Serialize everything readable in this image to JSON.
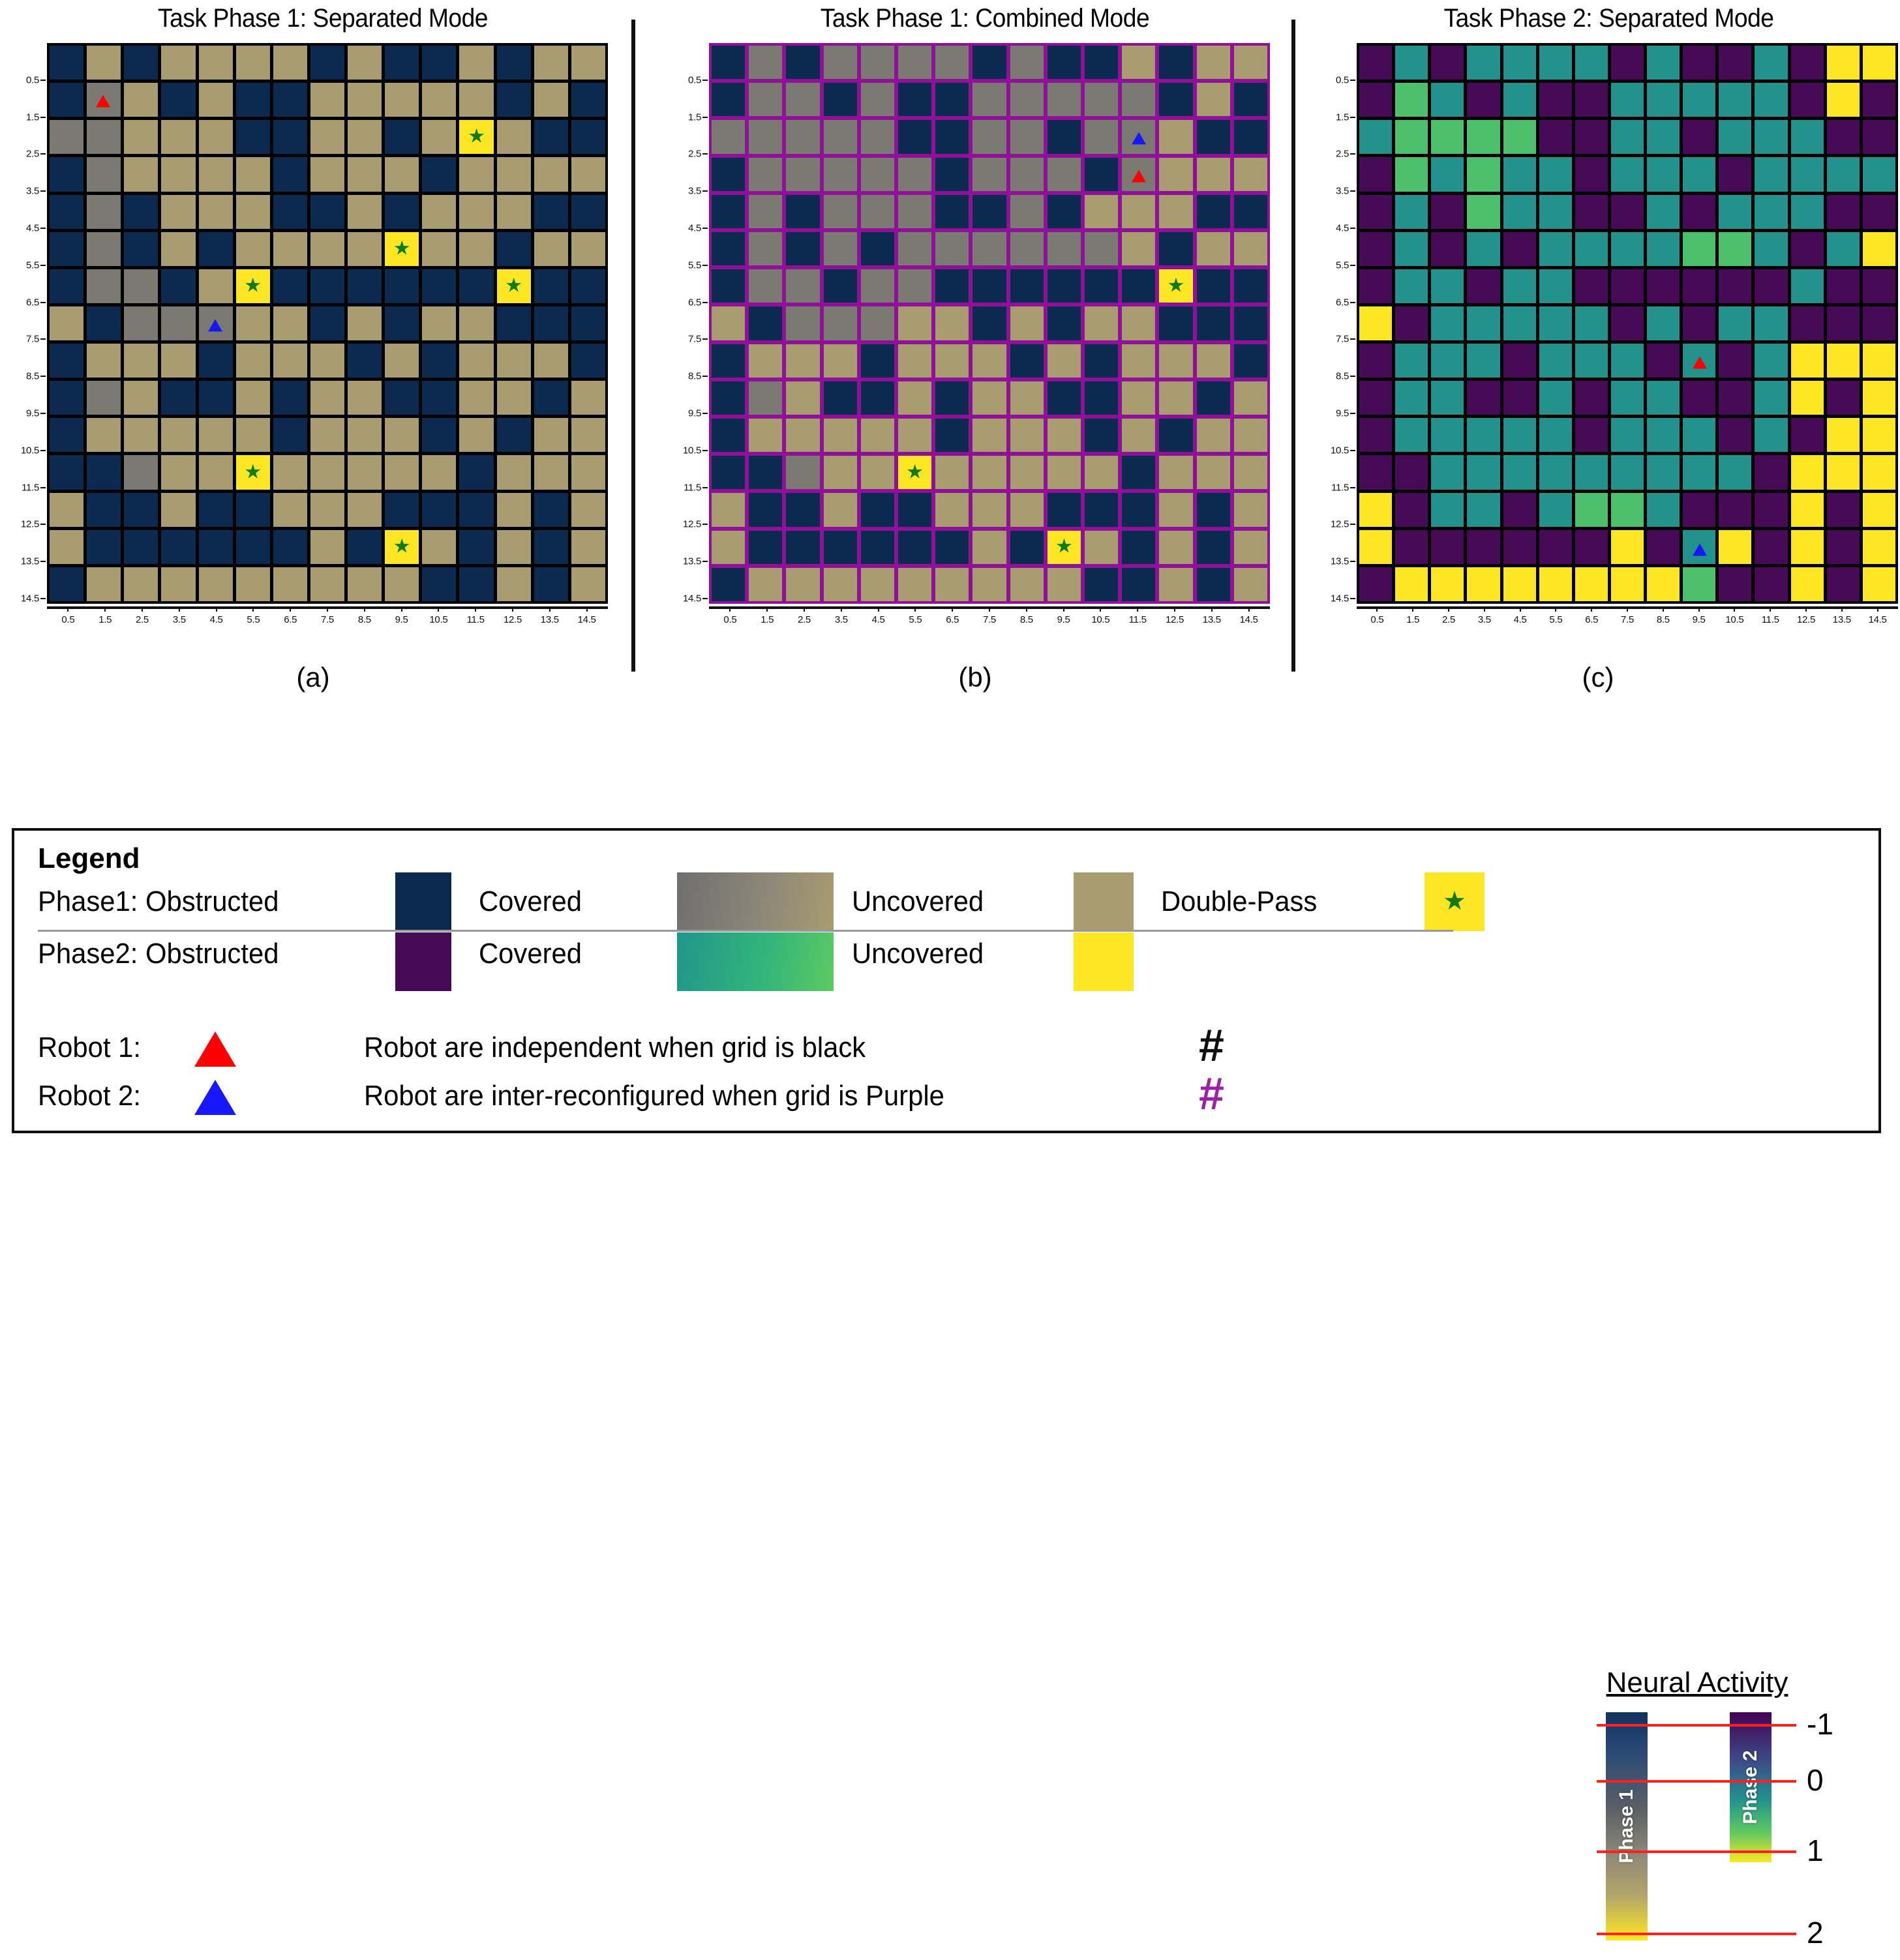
{
  "panels": [
    {
      "title": "Task Phase 1: Separated Mode",
      "sublabel": "(a)",
      "grid_style": "black",
      "mode": "separated",
      "phase": 1
    },
    {
      "title": "Task Phase 1: Combined Mode",
      "sublabel": "(b)",
      "grid_style": "purple",
      "mode": "combined",
      "phase": 1
    },
    {
      "title": "Task Phase 2: Separated Mode",
      "sublabel": "(c)",
      "grid_style": "black",
      "mode": "separated",
      "phase": 2
    }
  ],
  "axes": {
    "ticks": [
      "0.5",
      "1.5",
      "2.5",
      "3.5",
      "4.5",
      "5.5",
      "6.5",
      "7.5",
      "8.5",
      "9.5",
      "10.5",
      "11.5",
      "12.5",
      "13.5",
      "14.5"
    ],
    "x_range": [
      0,
      15
    ],
    "y_range": [
      0,
      15
    ],
    "grid_size": 15
  },
  "colors": {
    "phase1_obstructed": "#0c2a50",
    "phase1_covered_start": "#6f6f6f",
    "phase1_covered_end": "#a89c70",
    "phase1_uncovered": "#a89c70",
    "phase2_obstructed": "#460b54",
    "phase2_covered_start": "#1f968b",
    "phase2_covered_end": "#5ec962",
    "phase2_uncovered": "#fde725",
    "double_pass_cell": "#fde725",
    "double_pass_star": "#117a11",
    "robot1": "#ff0000",
    "robot2": "#1818ff",
    "grid_black": "#000000",
    "grid_purple": "#8e1197",
    "neural_line": "#ff2020"
  },
  "legend": {
    "title": "Legend",
    "phase1_label": "Phase1:  Obstructed",
    "phase1_covered": "Covered",
    "phase1_uncovered": "Uncovered",
    "double_pass": "Double-Pass",
    "phase2_label": "Phase2:  Obstructed",
    "phase2_covered": "Covered",
    "phase2_uncovered": "Uncovered",
    "robot1_label": "Robot 1:",
    "robot2_label": "Robot 2:",
    "independent_text": "Robot are independent when grid is black",
    "reconfigured_text": "Robot are inter-reconfigured when grid is Purple",
    "star_glyph": "★",
    "hash_glyph": "#"
  },
  "neural": {
    "title": "Neural Activity",
    "bar1_label": "Phase 1",
    "bar2_label": "Phase 2",
    "tick_labels": [
      "-1",
      "0",
      "1",
      "2"
    ]
  },
  "chart_data": {
    "type": "heatmap",
    "title": "Task Phase grid coverage maps",
    "grid_size": [
      15,
      15
    ],
    "xlabel": "",
    "ylabel": "",
    "xticks": [
      "0.5",
      "1.5",
      "2.5",
      "3.5",
      "4.5",
      "5.5",
      "6.5",
      "7.5",
      "8.5",
      "9.5",
      "10.5",
      "11.5",
      "12.5",
      "13.5",
      "14.5"
    ],
    "yticks": [
      "0.5",
      "1.5",
      "2.5",
      "3.5",
      "4.5",
      "5.5",
      "6.5",
      "7.5",
      "8.5",
      "9.5",
      "10.5",
      "11.5",
      "12.5",
      "13.5",
      "14.5"
    ],
    "legend_position": "bottom",
    "grid": true,
    "value_codes": {
      "O": "obstructed",
      "C": "covered (mid)",
      "c": "covered (light)",
      "U": "uncovered",
      "D": "double-pass"
    },
    "panels": [
      {
        "name": "Task Phase 1: Separated Mode",
        "sublabel": "(a)",
        "palette": "phase1",
        "gridline_color": "#000000",
        "rows": [
          [
            "O",
            "U",
            "O",
            "U",
            "U",
            "U",
            "U",
            "O",
            "U",
            "O",
            "O",
            "U",
            "O",
            "U",
            "U"
          ],
          [
            "O",
            "C",
            "U",
            "O",
            "U",
            "O",
            "O",
            "U",
            "U",
            "U",
            "U",
            "U",
            "O",
            "U",
            "O"
          ],
          [
            "C",
            "C",
            "U",
            "U",
            "U",
            "O",
            "O",
            "U",
            "U",
            "O",
            "U",
            "D",
            "U",
            "O",
            "O"
          ],
          [
            "O",
            "C",
            "U",
            "U",
            "U",
            "U",
            "O",
            "U",
            "U",
            "U",
            "O",
            "U",
            "U",
            "U",
            "U"
          ],
          [
            "O",
            "C",
            "O",
            "U",
            "U",
            "U",
            "O",
            "O",
            "U",
            "O",
            "U",
            "U",
            "U",
            "O",
            "O"
          ],
          [
            "O",
            "C",
            "O",
            "U",
            "O",
            "U",
            "U",
            "U",
            "U",
            "D",
            "U",
            "U",
            "O",
            "U",
            "U"
          ],
          [
            "O",
            "C",
            "C",
            "O",
            "U",
            "D",
            "O",
            "O",
            "O",
            "O",
            "O",
            "O",
            "D",
            "O",
            "O"
          ],
          [
            "U",
            "O",
            "C",
            "C",
            "C",
            "U",
            "U",
            "O",
            "U",
            "O",
            "U",
            "U",
            "O",
            "O",
            "O"
          ],
          [
            "O",
            "U",
            "U",
            "U",
            "O",
            "U",
            "U",
            "U",
            "O",
            "U",
            "O",
            "U",
            "U",
            "U",
            "O"
          ],
          [
            "O",
            "C",
            "U",
            "O",
            "O",
            "U",
            "O",
            "U",
            "U",
            "O",
            "O",
            "U",
            "U",
            "O",
            "U"
          ],
          [
            "O",
            "U",
            "U",
            "U",
            "U",
            "U",
            "O",
            "U",
            "U",
            "U",
            "O",
            "U",
            "O",
            "U",
            "U"
          ],
          [
            "O",
            "O",
            "C",
            "U",
            "U",
            "D",
            "U",
            "U",
            "U",
            "U",
            "U",
            "O",
            "U",
            "U",
            "U"
          ],
          [
            "U",
            "O",
            "O",
            "U",
            "O",
            "O",
            "U",
            "U",
            "U",
            "O",
            "O",
            "O",
            "U",
            "O",
            "U"
          ],
          [
            "U",
            "O",
            "O",
            "O",
            "O",
            "O",
            "O",
            "U",
            "O",
            "D",
            "U",
            "O",
            "U",
            "O",
            "U"
          ],
          [
            "O",
            "U",
            "U",
            "U",
            "U",
            "U",
            "U",
            "U",
            "U",
            "U",
            "O",
            "O",
            "U",
            "O",
            "U"
          ]
        ],
        "robots": [
          {
            "id": "Robot 1",
            "color": "#ff0000",
            "x": 1,
            "y": 1
          },
          {
            "id": "Robot 2",
            "color": "#1818ff",
            "x": 4,
            "y": 7
          }
        ],
        "double_pass_cells": [
          [
            11,
            2
          ],
          [
            9,
            5
          ],
          [
            5,
            6
          ],
          [
            12,
            6
          ],
          [
            5,
            11
          ],
          [
            9,
            13
          ]
        ]
      },
      {
        "name": "Task Phase 1: Combined Mode",
        "sublabel": "(b)",
        "palette": "phase1",
        "gridline_color": "#8e1197",
        "rows": [
          [
            "O",
            "C",
            "O",
            "C",
            "C",
            "C",
            "C",
            "O",
            "C",
            "O",
            "O",
            "U",
            "O",
            "U",
            "U"
          ],
          [
            "O",
            "C",
            "C",
            "O",
            "C",
            "O",
            "O",
            "C",
            "C",
            "C",
            "C",
            "C",
            "O",
            "U",
            "O"
          ],
          [
            "C",
            "C",
            "C",
            "C",
            "C",
            "O",
            "O",
            "C",
            "C",
            "O",
            "C",
            "C",
            "U",
            "O",
            "O"
          ],
          [
            "O",
            "C",
            "C",
            "C",
            "C",
            "C",
            "O",
            "C",
            "C",
            "C",
            "O",
            "C",
            "U",
            "U",
            "U"
          ],
          [
            "O",
            "C",
            "O",
            "C",
            "C",
            "C",
            "O",
            "O",
            "C",
            "O",
            "U",
            "U",
            "U",
            "O",
            "O"
          ],
          [
            "O",
            "C",
            "O",
            "C",
            "O",
            "C",
            "C",
            "C",
            "C",
            "C",
            "C",
            "U",
            "O",
            "U",
            "U"
          ],
          [
            "O",
            "C",
            "C",
            "O",
            "C",
            "C",
            "O",
            "O",
            "O",
            "O",
            "O",
            "O",
            "D",
            "O",
            "O"
          ],
          [
            "U",
            "O",
            "C",
            "C",
            "C",
            "U",
            "U",
            "O",
            "U",
            "O",
            "U",
            "U",
            "O",
            "O",
            "O"
          ],
          [
            "O",
            "U",
            "U",
            "U",
            "O",
            "U",
            "U",
            "U",
            "O",
            "U",
            "O",
            "U",
            "U",
            "U",
            "O"
          ],
          [
            "O",
            "C",
            "U",
            "O",
            "O",
            "U",
            "O",
            "U",
            "U",
            "O",
            "O",
            "U",
            "U",
            "O",
            "U"
          ],
          [
            "O",
            "U",
            "U",
            "U",
            "U",
            "U",
            "O",
            "U",
            "U",
            "U",
            "O",
            "U",
            "O",
            "U",
            "U"
          ],
          [
            "O",
            "O",
            "C",
            "U",
            "U",
            "D",
            "U",
            "U",
            "U",
            "U",
            "U",
            "O",
            "U",
            "U",
            "U"
          ],
          [
            "U",
            "O",
            "O",
            "U",
            "O",
            "O",
            "U",
            "U",
            "U",
            "O",
            "O",
            "O",
            "U",
            "O",
            "U"
          ],
          [
            "U",
            "O",
            "O",
            "O",
            "O",
            "O",
            "O",
            "U",
            "O",
            "D",
            "U",
            "O",
            "U",
            "O",
            "U"
          ],
          [
            "O",
            "U",
            "U",
            "U",
            "U",
            "U",
            "U",
            "U",
            "U",
            "U",
            "O",
            "O",
            "U",
            "O",
            "U"
          ]
        ],
        "robots": [
          {
            "id": "Robot 2",
            "color": "#1818ff",
            "x": 11,
            "y": 2
          },
          {
            "id": "Robot 1",
            "color": "#ff0000",
            "x": 11,
            "y": 3
          }
        ],
        "double_pass_cells": [
          [
            12,
            6
          ],
          [
            5,
            11
          ],
          [
            9,
            13
          ]
        ]
      },
      {
        "name": "Task Phase 2: Separated Mode",
        "sublabel": "(c)",
        "palette": "phase2",
        "gridline_color": "#000000",
        "rows": [
          [
            "O",
            "C",
            "O",
            "C",
            "C",
            "C",
            "C",
            "O",
            "C",
            "O",
            "O",
            "C",
            "O",
            "U",
            "U"
          ],
          [
            "O",
            "c",
            "C",
            "O",
            "C",
            "O",
            "O",
            "C",
            "C",
            "C",
            "C",
            "C",
            "O",
            "U",
            "O"
          ],
          [
            "C",
            "c",
            "c",
            "c",
            "c",
            "O",
            "O",
            "C",
            "C",
            "O",
            "C",
            "C",
            "C",
            "O",
            "O"
          ],
          [
            "O",
            "c",
            "C",
            "c",
            "C",
            "C",
            "O",
            "C",
            "C",
            "C",
            "O",
            "C",
            "C",
            "C",
            "C"
          ],
          [
            "O",
            "C",
            "O",
            "c",
            "C",
            "C",
            "O",
            "O",
            "C",
            "O",
            "C",
            "C",
            "C",
            "O",
            "O"
          ],
          [
            "O",
            "C",
            "O",
            "C",
            "O",
            "C",
            "C",
            "C",
            "C",
            "c",
            "c",
            "C",
            "O",
            "C",
            "U"
          ],
          [
            "O",
            "C",
            "C",
            "O",
            "C",
            "C",
            "O",
            "O",
            "O",
            "O",
            "O",
            "O",
            "C",
            "O",
            "O"
          ],
          [
            "U",
            "O",
            "C",
            "C",
            "C",
            "C",
            "C",
            "O",
            "C",
            "O",
            "C",
            "C",
            "O",
            "O",
            "O"
          ],
          [
            "O",
            "C",
            "C",
            "C",
            "O",
            "C",
            "C",
            "C",
            "O",
            "C",
            "O",
            "C",
            "U",
            "U",
            "U"
          ],
          [
            "O",
            "C",
            "C",
            "O",
            "O",
            "C",
            "O",
            "C",
            "C",
            "O",
            "O",
            "C",
            "U",
            "O",
            "U"
          ],
          [
            "O",
            "C",
            "C",
            "C",
            "C",
            "C",
            "O",
            "C",
            "C",
            "C",
            "O",
            "C",
            "O",
            "U",
            "U"
          ],
          [
            "O",
            "O",
            "C",
            "C",
            "C",
            "C",
            "C",
            "C",
            "C",
            "C",
            "C",
            "O",
            "U",
            "U",
            "U"
          ],
          [
            "U",
            "O",
            "C",
            "C",
            "O",
            "C",
            "c",
            "c",
            "C",
            "O",
            "O",
            "O",
            "U",
            "O",
            "U"
          ],
          [
            "U",
            "O",
            "O",
            "O",
            "O",
            "O",
            "O",
            "U",
            "O",
            "C",
            "U",
            "O",
            "U",
            "O",
            "U"
          ],
          [
            "O",
            "U",
            "U",
            "U",
            "U",
            "U",
            "U",
            "U",
            "U",
            "c",
            "O",
            "O",
            "U",
            "O",
            "U"
          ]
        ],
        "robots": [
          {
            "id": "Robot 1",
            "color": "#ff0000",
            "x": 9,
            "y": 8
          },
          {
            "id": "Robot 2",
            "color": "#1818ff",
            "x": 9,
            "y": 13
          }
        ],
        "double_pass_cells": []
      }
    ]
  }
}
